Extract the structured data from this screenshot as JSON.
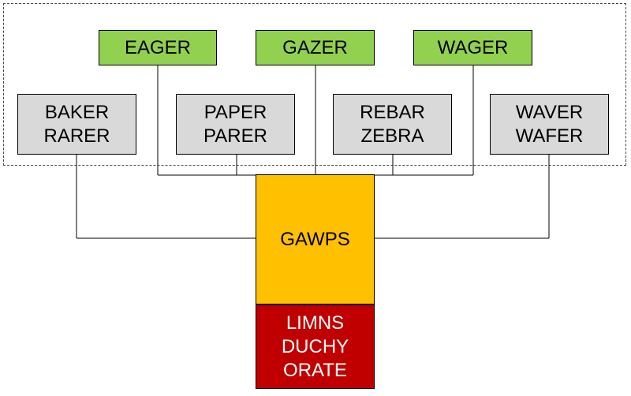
{
  "colors": {
    "green": "#92d050",
    "gray": "#d9d9d9",
    "orange": "#ffc000",
    "red": "#c00000"
  },
  "top_row": [
    {
      "line1": "EAGER"
    },
    {
      "line1": "GAZER"
    },
    {
      "line1": "WAGER"
    }
  ],
  "second_row": [
    {
      "line1": "BAKER",
      "line2": "RARER"
    },
    {
      "line1": "PAPER",
      "line2": "PARER"
    },
    {
      "line1": "REBAR",
      "line2": "ZEBRA"
    },
    {
      "line1": "WAVER",
      "line2": "WAFER"
    }
  ],
  "center": {
    "label": "GAWPS"
  },
  "bottom": {
    "line1": "LIMNS",
    "line2": "DUCHY",
    "line3": "ORATE"
  }
}
